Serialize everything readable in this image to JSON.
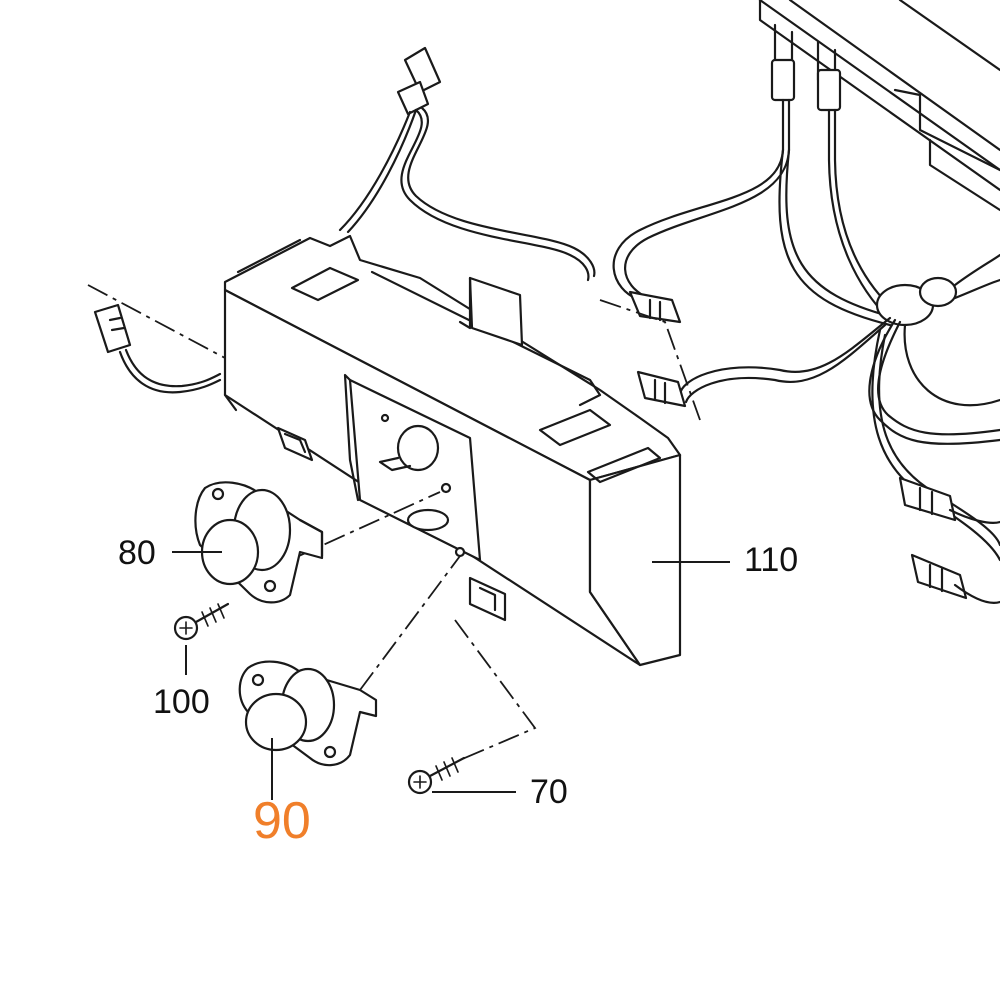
{
  "callouts": {
    "p80": "80",
    "p90": "90",
    "p100": "100",
    "p110": "110",
    "p70": "70"
  },
  "colors": {
    "line": "#1a1a1a",
    "highlight": "#f07f2a",
    "background": "#ffffff"
  }
}
